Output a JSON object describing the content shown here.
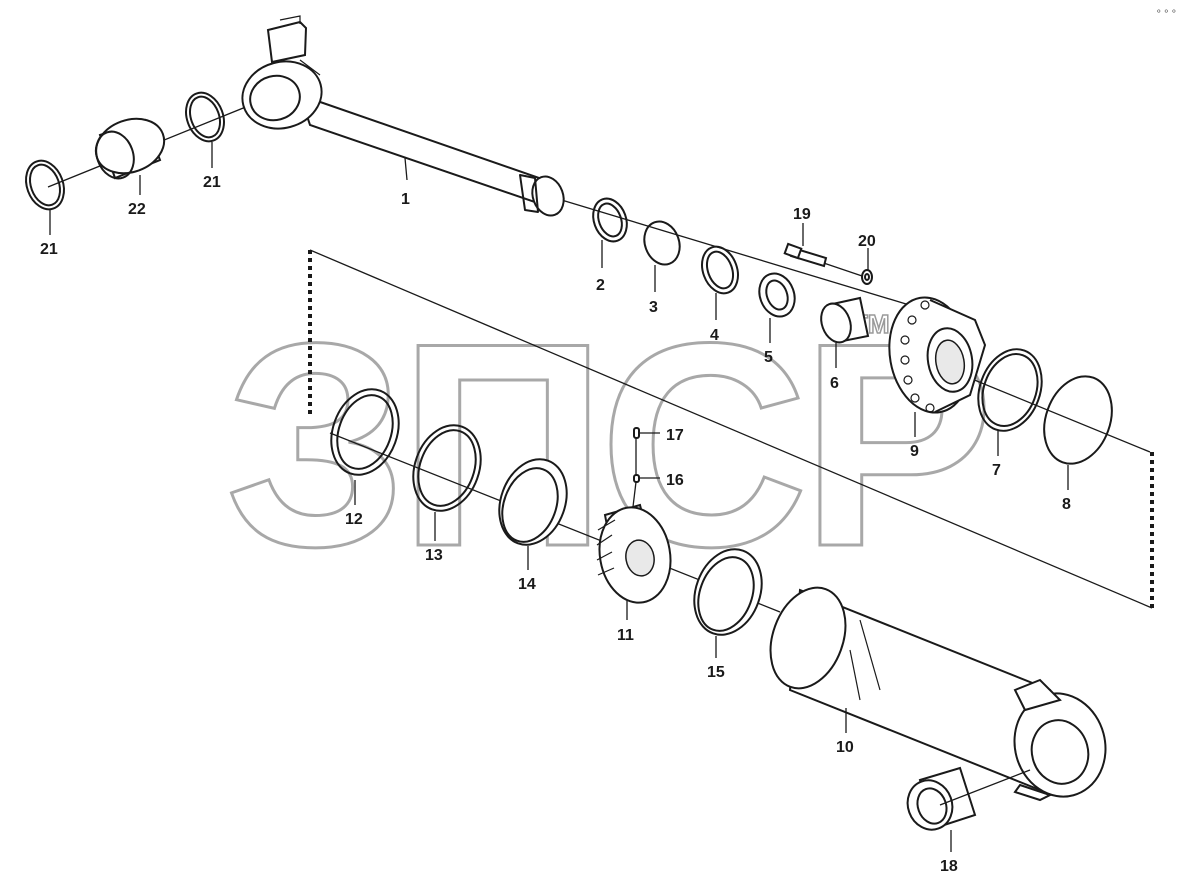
{
  "watermark": {
    "text": "ЗПСР",
    "tm": "TM"
  },
  "corner_mark": "⚬⚬⚬",
  "callouts": [
    "1",
    "2",
    "3",
    "4",
    "5",
    "6",
    "7",
    "8",
    "9",
    "10",
    "11",
    "12",
    "13",
    "14",
    "15",
    "16",
    "17",
    "18",
    "19",
    "20",
    "21",
    "21",
    "22"
  ],
  "labels": {
    "p1": "1",
    "p2": "2",
    "p3": "3",
    "p4": "4",
    "p5": "5",
    "p6": "6",
    "p7": "7",
    "p8": "8",
    "p9": "9",
    "p10": "10",
    "p11": "11",
    "p12": "12",
    "p13": "13",
    "p14": "14",
    "p15": "15",
    "p16": "16",
    "p17": "17",
    "p18": "18",
    "p19": "19",
    "p20": "20",
    "p21a": "21",
    "p21b": "21",
    "p22": "22"
  }
}
